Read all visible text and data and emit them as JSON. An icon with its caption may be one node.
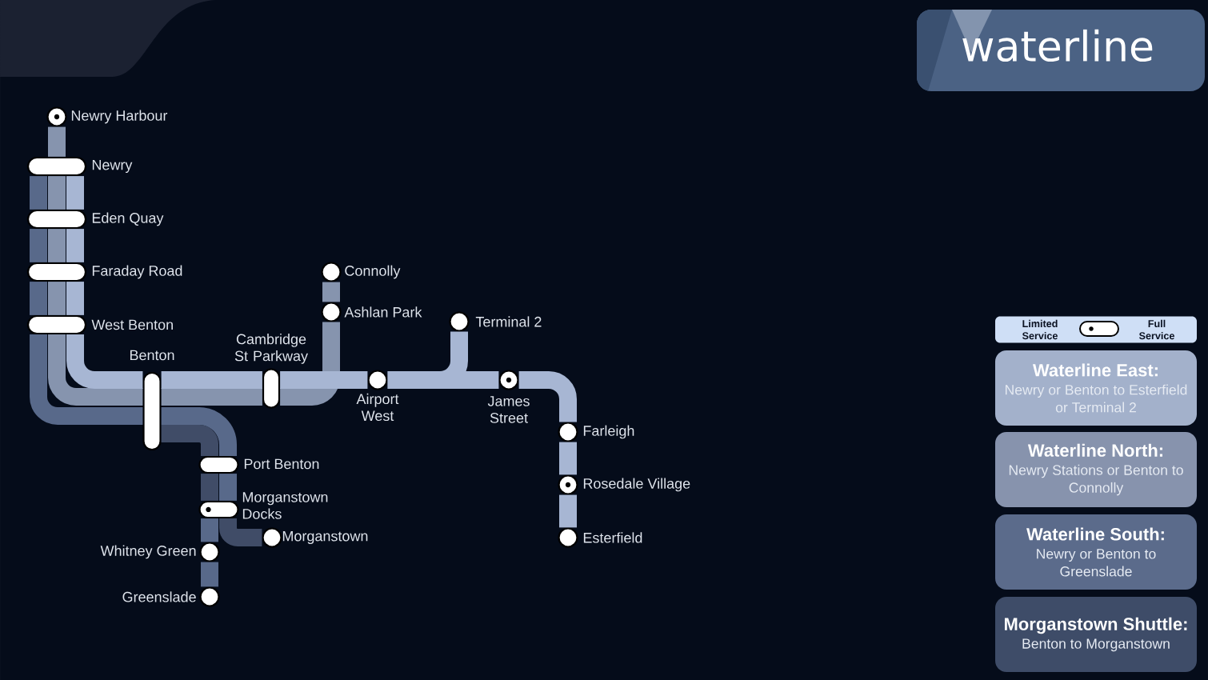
{
  "diagram": {
    "title": "waterline",
    "nodes": [
      {
        "text": [
          "Newry Harbour"
        ]
      },
      {
        "text": [
          "Newry"
        ]
      },
      {
        "text": [
          "Eden Quay"
        ]
      },
      {
        "text": [
          "Faraday Road"
        ]
      },
      {
        "text": [
          "West Benton"
        ]
      },
      {
        "text": [
          "Connolly"
        ]
      },
      {
        "text": [
          "Ashlan Park"
        ]
      },
      {
        "text": [
          "Terminal 2"
        ]
      },
      {
        "text": [
          "Benton"
        ]
      },
      {
        "text": [
          "Cambridge St Parkway"
        ]
      },
      {
        "text": [
          "Airport West"
        ]
      },
      {
        "text": [
          "James Street"
        ]
      },
      {
        "text": [
          "Farleigh"
        ]
      },
      {
        "text": [
          "Port Benton"
        ]
      },
      {
        "text": [
          "Rosedale Village"
        ]
      },
      {
        "text": [
          "Morganstown Docks"
        ]
      },
      {
        "text": [
          "Morganstown"
        ]
      },
      {
        "text": [
          "Esterfield"
        ]
      },
      {
        "text": [
          "Whitney Green"
        ]
      },
      {
        "text": [
          "Greenslade"
        ]
      },
      {
        "text": [
          "Limited Service",
          "Full Service"
        ]
      },
      {
        "text": [
          "Waterline East:",
          "Newry or Benton to Esterfield or Terminal 2"
        ]
      },
      {
        "text": [
          "Waterline North:",
          "Newry Stations or Benton to Connolly"
        ]
      },
      {
        "text": [
          "Waterline South:",
          "Newry or Benton to Greenslade"
        ]
      },
      {
        "text": [
          "Morganstown Shuttle:",
          "Benton to Morganstown"
        ]
      }
    ],
    "edges": [
      {
        "from": 8,
        "to": 13,
        "arrow": "none",
        "color": "#404c67"
      },
      {
        "from": 13,
        "to": 15,
        "arrow": "none",
        "color": "#404c67"
      },
      {
        "from": 15,
        "to": 16,
        "arrow": "none",
        "color": "#404c67"
      },
      {
        "from": 1,
        "to": 2,
        "arrow": "none",
        "color": "#58698a"
      },
      {
        "from": 2,
        "to": 3,
        "arrow": "none",
        "color": "#58698a"
      },
      {
        "from": 3,
        "to": 4,
        "arrow": "none",
        "color": "#58698a"
      },
      {
        "from": 4,
        "to": 8,
        "arrow": "none",
        "color": "#58698a"
      },
      {
        "from": 8,
        "to": 13,
        "arrow": "none",
        "color": "#58698a"
      },
      {
        "from": 13,
        "to": 15,
        "arrow": "none",
        "color": "#58698a"
      },
      {
        "from": 15,
        "to": 18,
        "arrow": "none",
        "color": "#58698a"
      },
      {
        "from": 18,
        "to": 19,
        "arrow": "none",
        "color": "#58698a"
      },
      {
        "from": 0,
        "to": 1,
        "arrow": "none",
        "color": "#8694ae"
      },
      {
        "from": 1,
        "to": 2,
        "arrow": "none",
        "color": "#8694ae"
      },
      {
        "from": 2,
        "to": 3,
        "arrow": "none",
        "color": "#8694ae"
      },
      {
        "from": 3,
        "to": 4,
        "arrow": "none",
        "color": "#8694ae"
      },
      {
        "from": 4,
        "to": 8,
        "arrow": "none",
        "color": "#8694ae"
      },
      {
        "from": 8,
        "to": 9,
        "arrow": "none",
        "color": "#8694ae"
      },
      {
        "from": 9,
        "to": 6,
        "arrow": "none",
        "color": "#8694ae"
      },
      {
        "from": 6,
        "to": 5,
        "arrow": "none",
        "color": "#8694ae"
      },
      {
        "from": 1,
        "to": 2,
        "arrow": "none"
      },
      {
        "from": 2,
        "to": 3,
        "arrow": "none"
      },
      {
        "from": 3,
        "to": 4,
        "arrow": "none"
      },
      {
        "from": 4,
        "to": 8,
        "arrow": "none"
      },
      {
        "from": 8,
        "to": 9,
        "arrow": "none"
      },
      {
        "from": 9,
        "to": 10,
        "arrow": "none"
      },
      {
        "from": 10,
        "to": 7,
        "arrow": "none"
      },
      {
        "from": 10,
        "to": 11,
        "arrow": "none"
      },
      {
        "from": 11,
        "to": 12,
        "arrow": "none"
      },
      {
        "from": 12,
        "to": 14,
        "arrow": "none"
      },
      {
        "from": 14,
        "to": 17,
        "arrow": "none"
      }
    ]
  }
}
